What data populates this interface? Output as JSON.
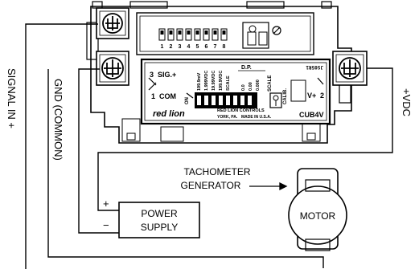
{
  "diagram": {
    "meter": {
      "switch_numbers": [
        "1",
        "2",
        "3",
        "4",
        "5",
        "6",
        "7",
        "8"
      ],
      "terminal_3": "3",
      "sig_plus": "SIG.+",
      "terminal_1": "1",
      "com": "COM",
      "terminal_2": "2",
      "v_plus": "V+",
      "on_label": "ON",
      "range_labels": [
        "199.9mV",
        "1.999VDC",
        "19.99VDC",
        "199.9VDC",
        "SCALE"
      ],
      "dp_title": "D.P.",
      "dp_labels": [
        "0.0",
        "0.00",
        "0.000"
      ],
      "scale_label": "SCALE",
      "calib_label": "CALIB.",
      "part_code": "JS05R1",
      "brand_logo": "red lion",
      "company": "RED LION CONTROLS",
      "address": "YORK, PA.",
      "made_in": "MADE IN U.S.A.",
      "model": "CUB4V"
    },
    "signal_in_label": "SIGNAL IN +",
    "gnd_label": "GND (COMMON)",
    "vdc_label": "+VDC",
    "tachometer_line1": "TACHOMETER",
    "tachometer_line2": "GENERATOR",
    "motor_label": "MOTOR",
    "power_supply_line1": "POWER",
    "power_supply_line2": "SUPPLY",
    "plus_sign": "+",
    "minus_sign": "−"
  }
}
